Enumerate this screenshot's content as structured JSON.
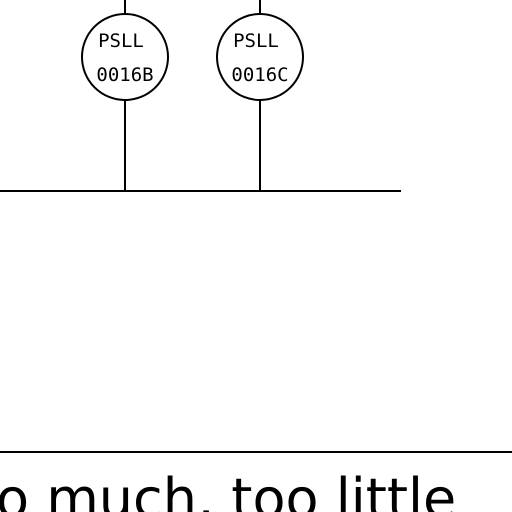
{
  "instruments": [
    {
      "line1": "PSLL",
      "line2": "0016B"
    },
    {
      "line1": "PSLL",
      "line2": "0016C"
    }
  ],
  "caption": "o much, too little",
  "colors": {
    "ink": "#000000",
    "background": "#ffffff"
  }
}
